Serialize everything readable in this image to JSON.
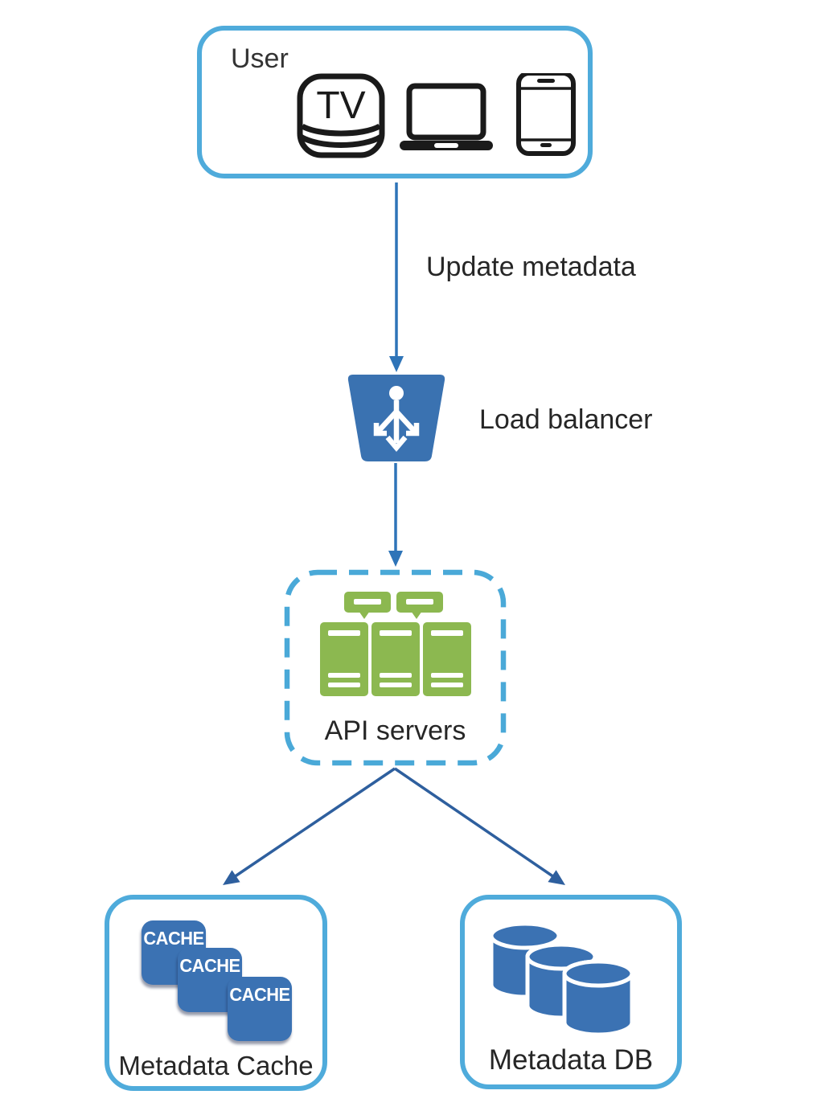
{
  "diagram": {
    "title_context": "metadata update flow",
    "user_box": {
      "label": "User",
      "tv_text": "TV"
    },
    "edges": {
      "user_to_load_balancer_label": "Update metadata"
    },
    "load_balancer": {
      "label": "Load balancer"
    },
    "api_servers": {
      "label": "API servers"
    },
    "metadata_cache": {
      "label": "Metadata Cache",
      "cache_labels": [
        "CACHE",
        "CACHE",
        "CACHE"
      ]
    },
    "metadata_db": {
      "label": "Metadata DB"
    },
    "colors": {
      "box_border_blue": "#4fabdb",
      "arrow_blue": "#2e74b8",
      "arrow_dark_blue": "#2e5f9e",
      "node_fill_blue": "#3b72b3",
      "server_green": "#8cb850",
      "text": "#262626"
    }
  }
}
